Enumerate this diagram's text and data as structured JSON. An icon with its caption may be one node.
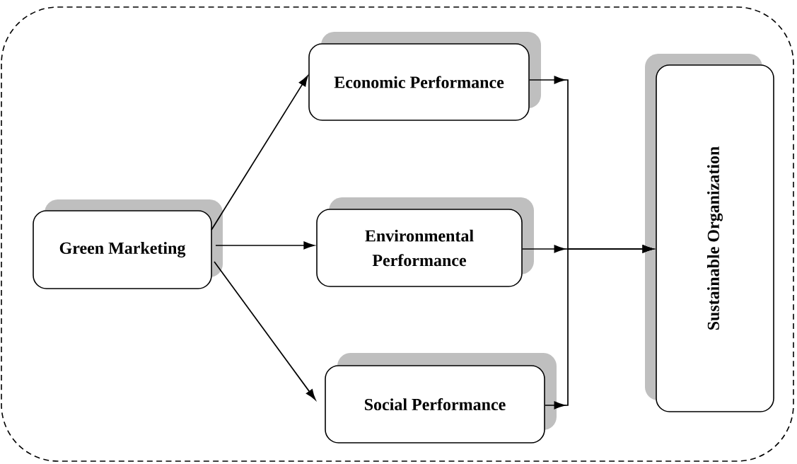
{
  "diagram": {
    "nodes": [
      {
        "text": [
          "Green Marketing"
        ]
      },
      {
        "text": [
          "Economic Performance"
        ]
      },
      {
        "text": [
          "Environmental Performance"
        ]
      },
      {
        "text": [
          "Social Performance"
        ]
      },
      {
        "text": [
          "Sustainable Organization"
        ]
      }
    ],
    "edges": [
      {
        "from": 0,
        "to": 1,
        "arrow": "to"
      },
      {
        "from": 0,
        "to": 2,
        "arrow": "to"
      },
      {
        "from": 0,
        "to": 3,
        "arrow": "to"
      },
      {
        "from": 1,
        "to": 4,
        "arrow": "to"
      },
      {
        "from": 2,
        "to": 4,
        "arrow": "to"
      },
      {
        "from": 3,
        "to": 4,
        "arrow": "to"
      }
    ]
  }
}
